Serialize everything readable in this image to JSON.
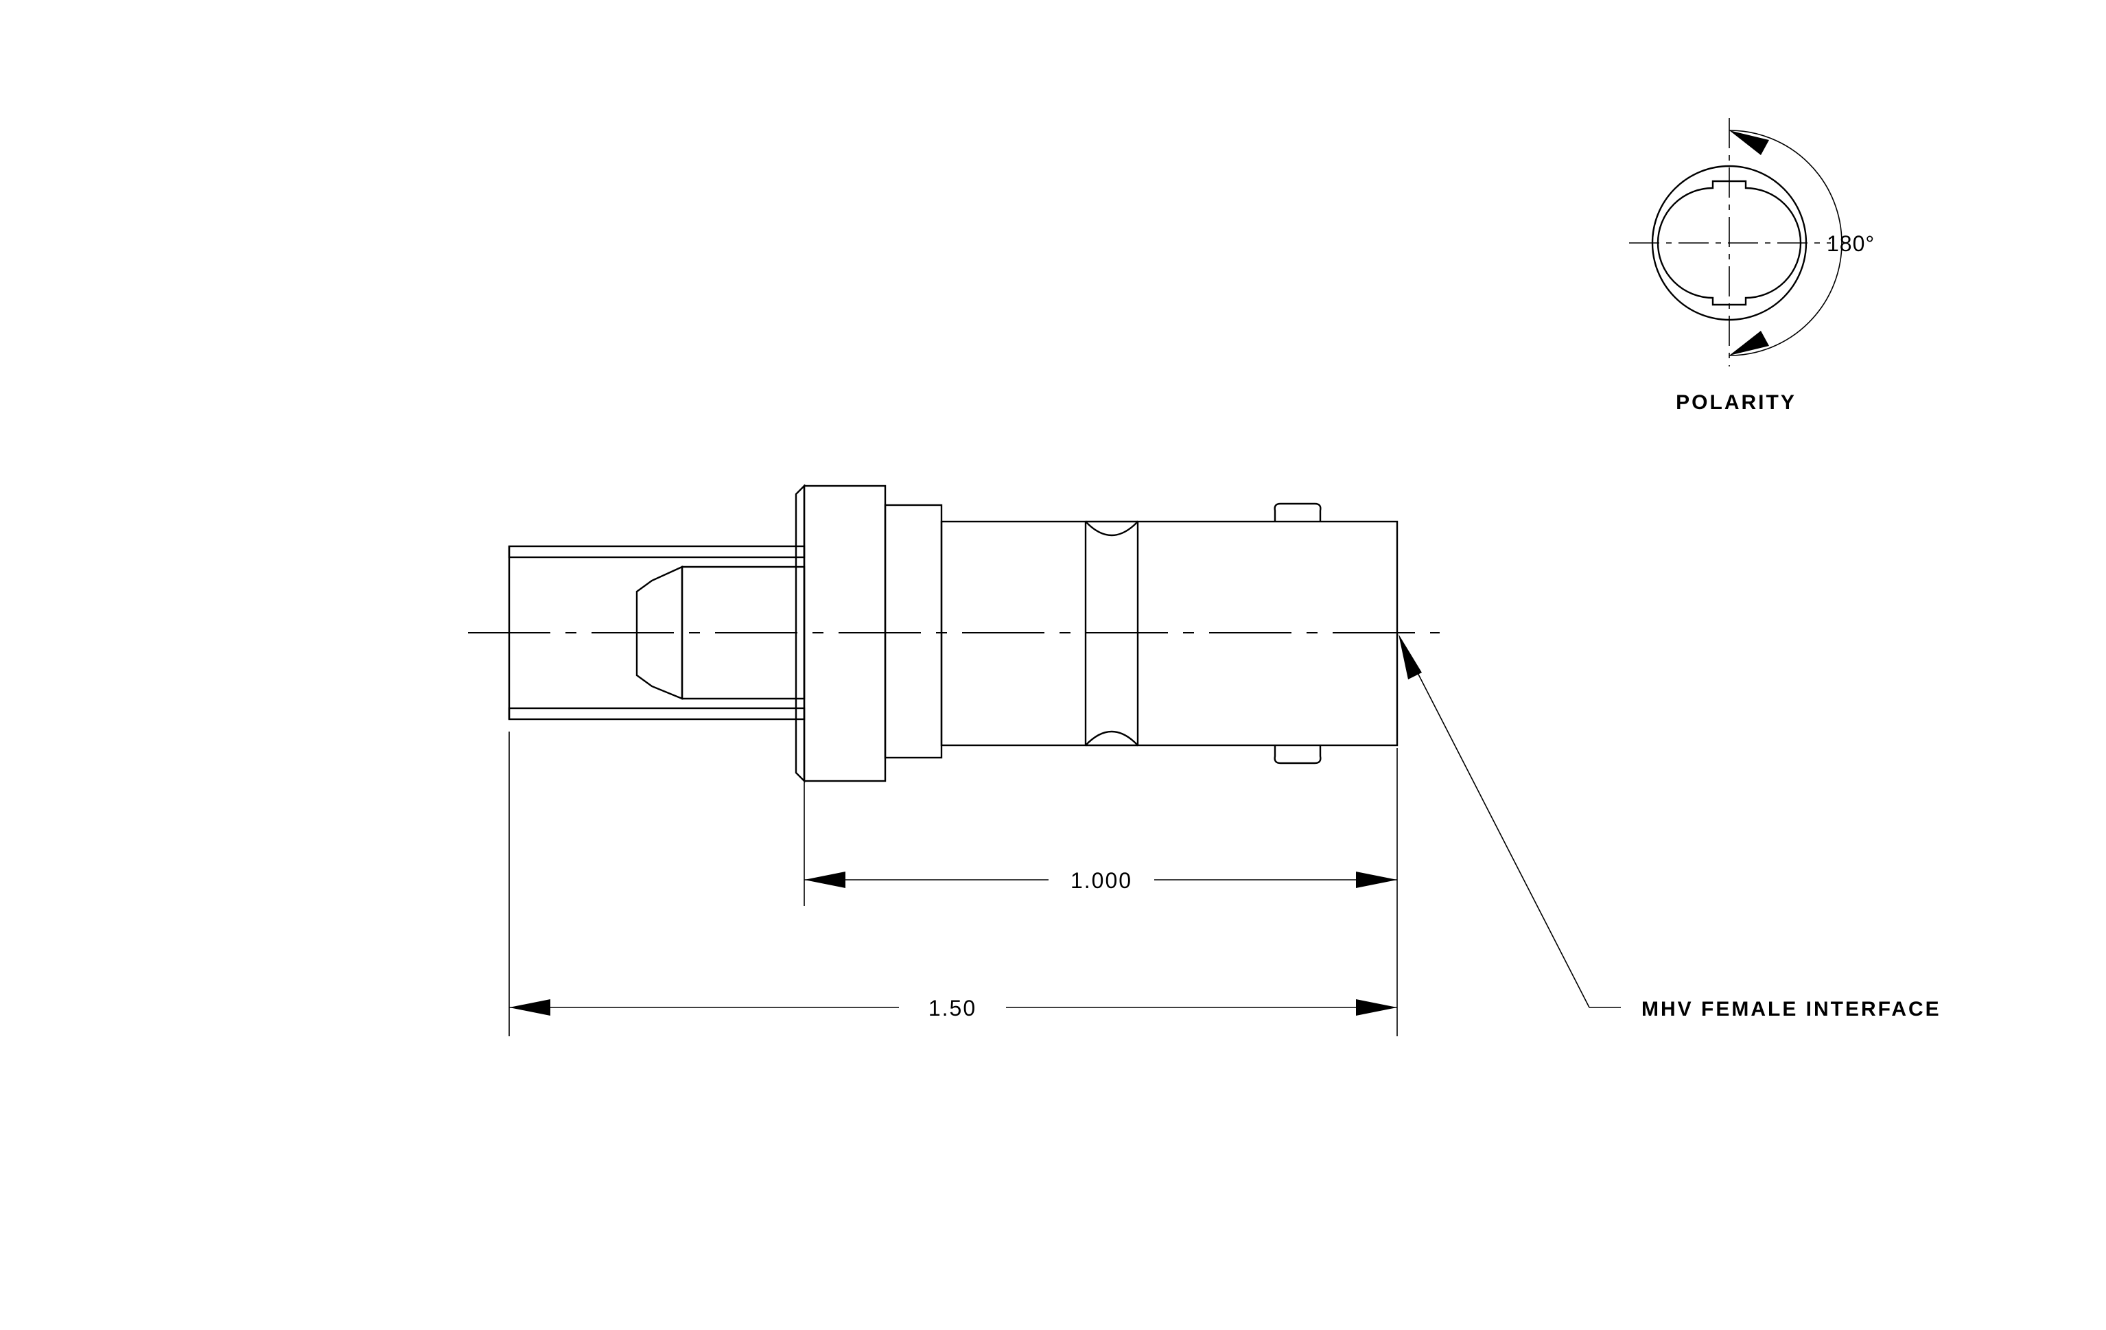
{
  "dimensions": {
    "body_length": "1.000",
    "overall_length": "1.50"
  },
  "labels": {
    "interface": "MHV FEMALE INTERFACE",
    "polarity": "POLARITY",
    "angle": "180°"
  }
}
